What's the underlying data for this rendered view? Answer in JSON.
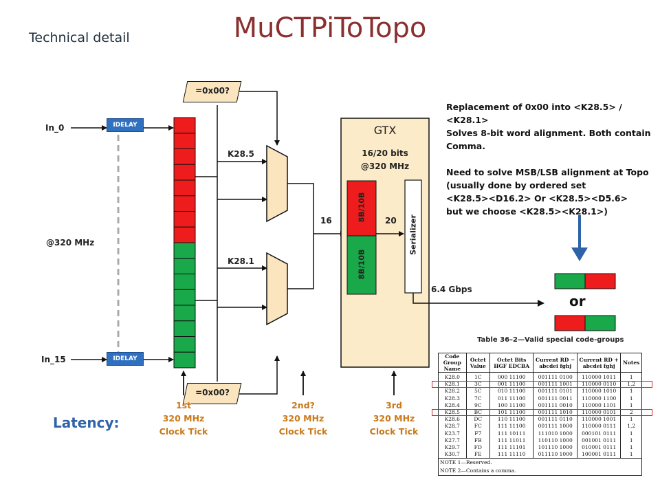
{
  "title": "MuCTPiToTopo",
  "subtitle": "Technical detail",
  "inputs": {
    "in_first": "In_0",
    "in_last": "In_15",
    "clock": "@320 MHz"
  },
  "idelay_label": "IDELAY",
  "comparators": {
    "top": "=0x00?",
    "bottom": "=0x00?"
  },
  "mux_labels": {
    "top": "K28.5",
    "bottom": "K28.1"
  },
  "gtx": {
    "title": "GTX",
    "bits": "16/20 bits",
    "rate": "@320 MHz",
    "enc_top": "8B/10B",
    "enc_bottom": "8B/10B",
    "serializer": "Serializer"
  },
  "bus_labels": {
    "in": "16",
    "out": "20"
  },
  "link_speed": "6.4 Gbps",
  "notes": {
    "line1": "Replacement of 0x00 into <K28.5> / <K28.1>",
    "line2": "Solves 8-bit word alignment.  Both contain",
    "line3": "Comma.",
    "line4": "Need to solve MSB/LSB alignment at Topo",
    "line5": "(usually done by ordered set",
    "line6": "<K28.5><D16.2> Or <K28.5><D5.6>",
    "line7": "but we choose <K28.5><K28.1>)"
  },
  "or_label": "or",
  "latency_label": "Latency:",
  "ticks": [
    {
      "line1": "1st",
      "line2": "320 MHz",
      "line3": "Clock Tick"
    },
    {
      "line1": "2nd?",
      "line2": "320 MHz",
      "line3": "Clock Tick"
    },
    {
      "line1": "3rd",
      "line2": "320 MHz",
      "line3": "Clock Tick"
    }
  ],
  "colors": {
    "red": "#ee1c1c",
    "green": "#19a84a",
    "accent": "#2e63a8",
    "mux_fill": "#fbe5bf",
    "gtx_fill": "#fcebc8",
    "tick": "#c9781a",
    "title": "#8b2f2f"
  },
  "register": {
    "red_cells": 8,
    "green_cells": 8
  },
  "table": {
    "title": "Table 36–2—Valid special code-groups",
    "headers": [
      "Code Group Name",
      "Octet Value",
      "Octet Bits HGF EDCBA",
      "Current RD − abcdei fghj",
      "Current RD + abcdei fghj",
      "Notes"
    ],
    "rows": [
      [
        "K28.0",
        "1C",
        "000 11100",
        "001111 0100",
        "110000 1011",
        "1"
      ],
      [
        "K28.1",
        "3C",
        "001 11100",
        "001111 1001",
        "110000 0110",
        "1,2"
      ],
      [
        "K28.2",
        "5C",
        "010 11100",
        "001111 0101",
        "110000 1010",
        "1"
      ],
      [
        "K28.3",
        "7C",
        "011 11100",
        "001111 0011",
        "110000 1100",
        "1"
      ],
      [
        "K28.4",
        "9C",
        "100 11100",
        "001111 0010",
        "110000 1101",
        "1"
      ],
      [
        "K28.5",
        "BC",
        "101 11100",
        "001111 1010",
        "110000 0101",
        "2"
      ],
      [
        "K28.6",
        "DC",
        "110 11100",
        "001111 0110",
        "110000 1001",
        "1"
      ],
      [
        "K28.7",
        "FC",
        "111 11100",
        "001111 1000",
        "110000 0111",
        "1,2"
      ],
      [
        "K23.7",
        "F7",
        "111 10111",
        "111010 1000",
        "000101 0111",
        "1"
      ],
      [
        "K27.7",
        "FB",
        "111 11011",
        "110110 1000",
        "001001 0111",
        "1"
      ],
      [
        "K29.7",
        "FD",
        "111 11101",
        "101110 1000",
        "010001 0111",
        "1"
      ],
      [
        "K30.7",
        "FE",
        "111 11110",
        "011110 1000",
        "100001 0111",
        "1"
      ]
    ],
    "note1": "NOTE 1—Reserved.",
    "note2": "NOTE 2—Contains a comma."
  }
}
